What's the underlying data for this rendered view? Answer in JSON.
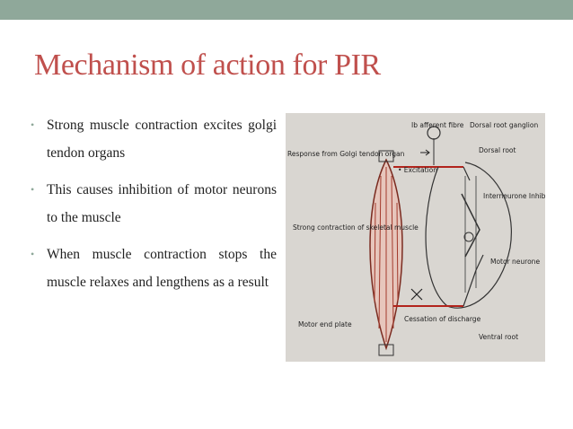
{
  "slide": {
    "title": "Mechanism of action for PIR",
    "accent_color": "#c0504d",
    "band_color": "#8fa89a"
  },
  "bullets": [
    "Strong muscle contraction excites golgi tendon organs",
    "This causes inhibition of motor neurons to the muscle",
    "When muscle contraction stops the muscle relaxes and lengthens as a result"
  ],
  "diagram": {
    "labels": {
      "ib_afferent": "Ib afferent fibre",
      "dorsal_root_ganglion": "Dorsal root ganglion",
      "dorsal_root": "Dorsal root",
      "response_gto": "Response from Golgi tendon organ",
      "excitation": "• Excitation",
      "interneurone": "Interneurone Inhibitory mediator",
      "strong_contraction": "Strong contraction of skeletal muscle",
      "motor_neurone": "Motor neurone",
      "cessation": "Cessation of discharge",
      "motor_end_plate": "Motor end plate",
      "ventral_root": "Ventral root"
    }
  }
}
